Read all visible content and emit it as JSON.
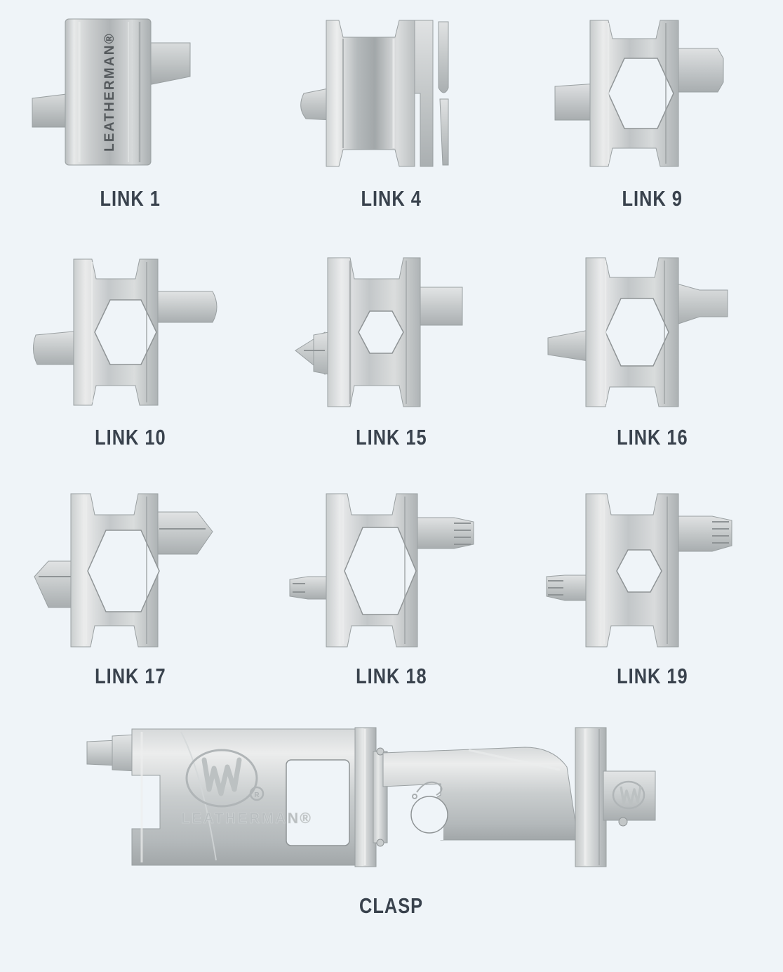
{
  "page": {
    "background_color": "#eff4f8",
    "label_color": "#39424d",
    "brand": "LEATHERMAN",
    "brand_mark": "LEATHERMAN®"
  },
  "items": [
    {
      "label": "LINK 1",
      "art_name": "link-1-art",
      "description": "End link engraved with vertical LEATHERMAN wordmark, one tab left, one tab right",
      "engraving": "LEATHERMAN®",
      "has_hex_window": false
    },
    {
      "label": "LINK 4",
      "art_name": "link-4-art",
      "description": "Box wrench link with pry bar / bottle opener prong on right and rounded nub on left",
      "engraving": "",
      "has_hex_window": false
    },
    {
      "label": "LINK 9",
      "art_name": "link-9-art",
      "description": "Hex window link with flat tabs left and right",
      "engraving": "",
      "has_hex_window": true
    },
    {
      "label": "LINK 10",
      "art_name": "link-10-art",
      "description": "Hex window link with rounded tabs left and right",
      "engraving": "",
      "has_hex_window": true
    },
    {
      "label": "LINK 15",
      "art_name": "link-15-art",
      "description": "Small hex window link with phillips driver point left, flat tab right",
      "engraving": "",
      "has_hex_window": true
    },
    {
      "label": "LINK 16",
      "art_name": "link-16-art",
      "description": "Hex window link with flat screwdriver blade right, narrow tab left",
      "engraving": "",
      "has_hex_window": true
    },
    {
      "label": "LINK 17",
      "art_name": "link-17-art",
      "description": "Large hex window link with pointed driver tips on both sides",
      "engraving": "",
      "has_hex_window": true
    },
    {
      "label": "LINK 18",
      "art_name": "link-18-art",
      "description": "Large hex window link with torx star bits on both sides",
      "engraving": "",
      "has_hex_window": true
    },
    {
      "label": "LINK 19",
      "art_name": "link-19-art",
      "description": "Small hex window link with torx star bits on both sides",
      "engraving": "",
      "has_hex_window": true
    }
  ],
  "clasp": {
    "label": "CLASP",
    "art_name": "clasp-art",
    "engraving": "LEATHERMAN®",
    "logo_name": "leatherman-oval-logo",
    "description": "Two-piece folding clasp with Leatherman oval logo, LEATHERMAN wordmark, bottle opener cutout and hinge pin"
  }
}
